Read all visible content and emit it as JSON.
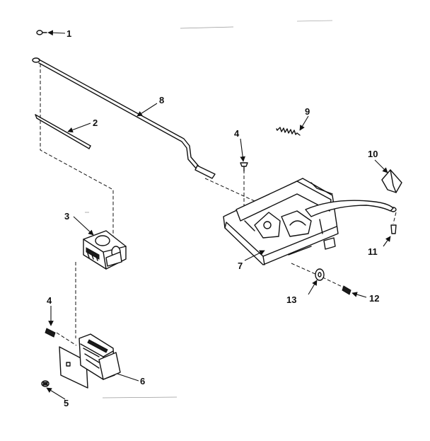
{
  "callouts": {
    "c1": "1",
    "c2": "2",
    "c3": "3",
    "c4a": "4",
    "c4b": "4",
    "c5": "5",
    "c6": "6",
    "c7": "7",
    "c8": "8",
    "c9": "9",
    "c10": "10",
    "c11": "11",
    "c12": "12",
    "c13": "13"
  }
}
